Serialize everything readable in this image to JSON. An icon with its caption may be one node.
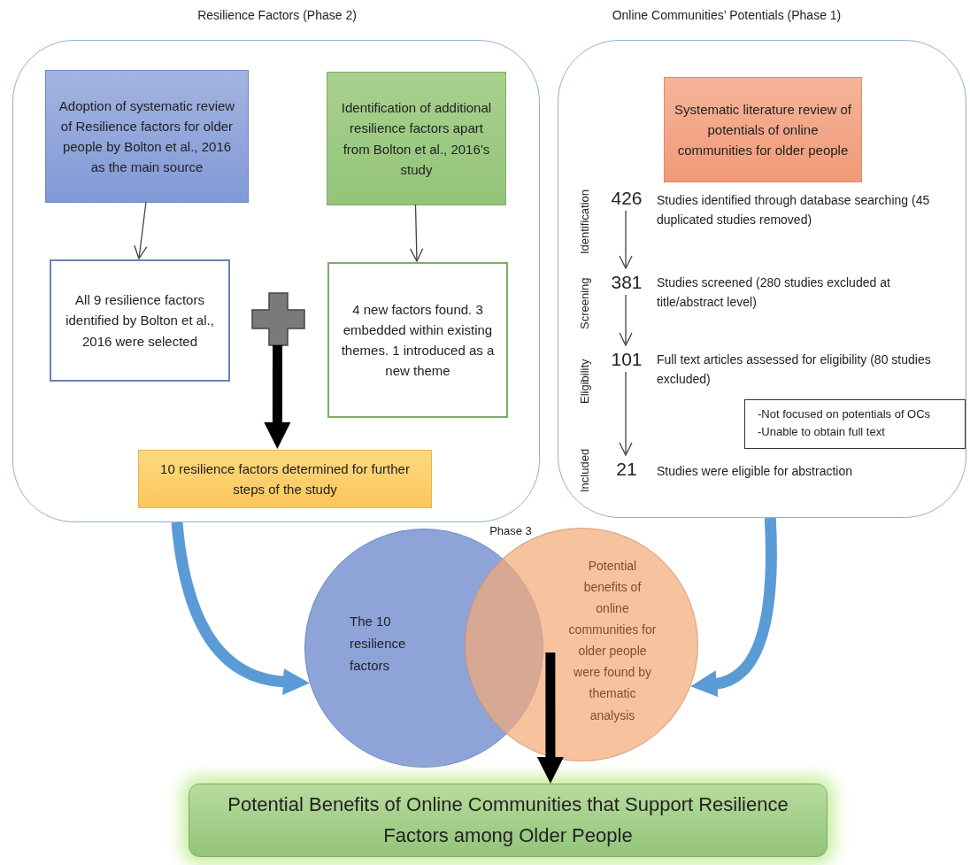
{
  "diagram": {
    "nodes": [
      {
        "text": [
          "Resilience Factors (Phase 2)"
        ]
      },
      {
        "text": [
          "Adoption of systematic review of Resilience factors for older people by Bolton et al., 2016 as the main source"
        ],
        "in": 0
      },
      {
        "text": [
          "Identification of additional resilience factors apart from Bolton et al., 2016’s study"
        ],
        "in": 0
      },
      {
        "text": [
          "All 9 resilience factors identified by Bolton et al., 2016 were selected"
        ],
        "in": 0
      },
      {
        "text": [],
        "shape": "cross",
        "in": 0
      },
      {
        "text": [
          "4 new factors found. 3 embedded within existing themes. 1 introduced as a new theme"
        ],
        "in": 0
      },
      {
        "text": [
          "10 resilience factors determined for further steps of the study"
        ],
        "in": 0
      },
      {
        "text": [
          "Online Communities’ Potentials (Phase 1)"
        ]
      },
      {
        "text": [
          "Systematic literature review of potentials of online communities for older people"
        ],
        "in": 7
      },
      {
        "text": [
          "426"
        ],
        "beside": [
          "Studies identified through database searching (45 duplicated studies removed)"
        ],
        "in": 7
      },
      {
        "text": [
          "381"
        ],
        "beside": [
          "Studies screened (280 studies excluded at title/abstract level)"
        ],
        "in": 7
      },
      {
        "text": [
          "101"
        ],
        "beside": [
          "Full text articles assessed for eligibility (80 studies excluded)"
        ],
        "in": 7
      },
      {
        "text": [
          "21"
        ],
        "beside": [
          "Studies were eligible for abstraction"
        ],
        "in": 7
      },
      {
        "text": [
          "-Not focused on potentials of OCs",
          "-Unable to obtain full text"
        ],
        "in": 7
      },
      {
        "text": [
          "The 10 resilience factors"
        ]
      },
      {
        "text": [
          "Potential benefits of online communities for older people were found by thematic analysis"
        ]
      },
      {
        "text": [
          "Potential Benefits of Online Communities that Support Resilience Factors among Older People"
        ]
      }
    ],
    "edges": [
      {
        "from": 1,
        "to": 3,
        "arrow": "to"
      },
      {
        "from": 2,
        "to": 5,
        "arrow": "to"
      },
      {
        "from": 4,
        "to": 6,
        "arrow": "to",
        "style": "thick"
      },
      {
        "from": 9,
        "to": 10,
        "arrow": "to"
      },
      {
        "from": 10,
        "to": 11,
        "arrow": "to"
      },
      {
        "from": 11,
        "to": 12,
        "arrow": "to"
      },
      {
        "from": 0,
        "to": 14,
        "arrow": "to",
        "style": "thick",
        "color": "#5b9bd5"
      },
      {
        "from": 7,
        "to": 15,
        "arrow": "to",
        "style": "thick",
        "color": "#5b9bd5"
      },
      {
        "from": 15,
        "to": 16,
        "arrow": "to",
        "style": "thick"
      }
    ],
    "labels": [
      "Identification",
      "Screening",
      "Eligibility",
      "Included",
      "Phase 3"
    ]
  }
}
